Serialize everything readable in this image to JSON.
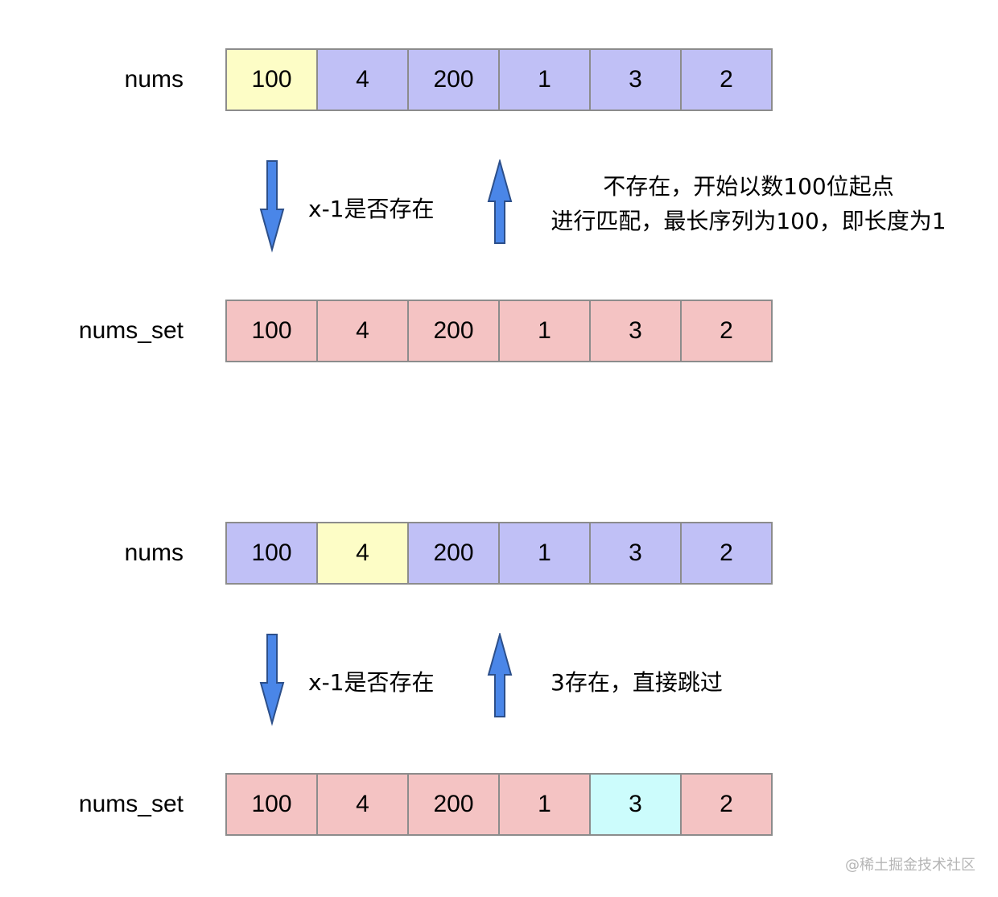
{
  "diagram": {
    "colors": {
      "default_cell": "#c0c0f6",
      "current_cell": "#fdfdc6",
      "set_cell": "#f4c3c3",
      "found_cell": "#ccfcfc",
      "arrow": "#4a86e8"
    },
    "example1": {
      "nums_label": "nums",
      "nums": [
        "100",
        "4",
        "200",
        "1",
        "3",
        "2"
      ],
      "down_text": "x-1是否存在",
      "note_line1": "不存在，开始以数100位起点",
      "note_line2": "进行匹配，最长序列为100，即长度为1",
      "set_label": "nums_set",
      "nums_set": [
        "100",
        "4",
        "200",
        "1",
        "3",
        "2"
      ]
    },
    "example2": {
      "nums_label": "nums",
      "nums": [
        "100",
        "4",
        "200",
        "1",
        "3",
        "2"
      ],
      "down_text": "x-1是否存在",
      "note": "3存在，直接跳过",
      "set_label": "nums_set",
      "nums_set": [
        "100",
        "4",
        "200",
        "1",
        "3",
        "2"
      ]
    }
  },
  "watermark": "@稀土掘金技术社区"
}
